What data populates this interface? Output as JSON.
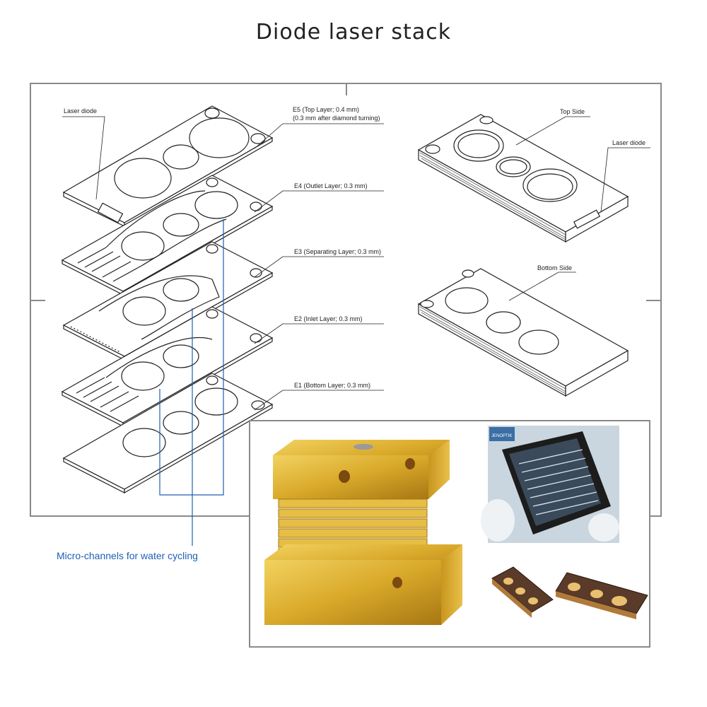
{
  "title": "Diode laser stack",
  "labels": {
    "laser_diode_left": "Laser diode",
    "e5_line1": "E5 (Top Layer; 0.4 mm)",
    "e5_line2": "(0.3 mm after diamond turning)",
    "e4": "E4 (Outlet Layer; 0.3 mm)",
    "e3": "E3 (Separating Layer; 0.3 mm)",
    "e2": "E2 (Inlet Layer; 0.3 mm)",
    "e1": "E1 (Bottom Layer; 0.3 mm)",
    "top_side": "Top Side",
    "laser_diode_right": "Laser diode",
    "bottom_side": "Bottom Side"
  },
  "caption": "Micro-channels for water cycling",
  "photo": {
    "chip_logo": "JENOPTIK"
  },
  "colors": {
    "caption": "#1f5fb4",
    "gold": "#d9a92a",
    "frame": "#8a8a8a"
  }
}
